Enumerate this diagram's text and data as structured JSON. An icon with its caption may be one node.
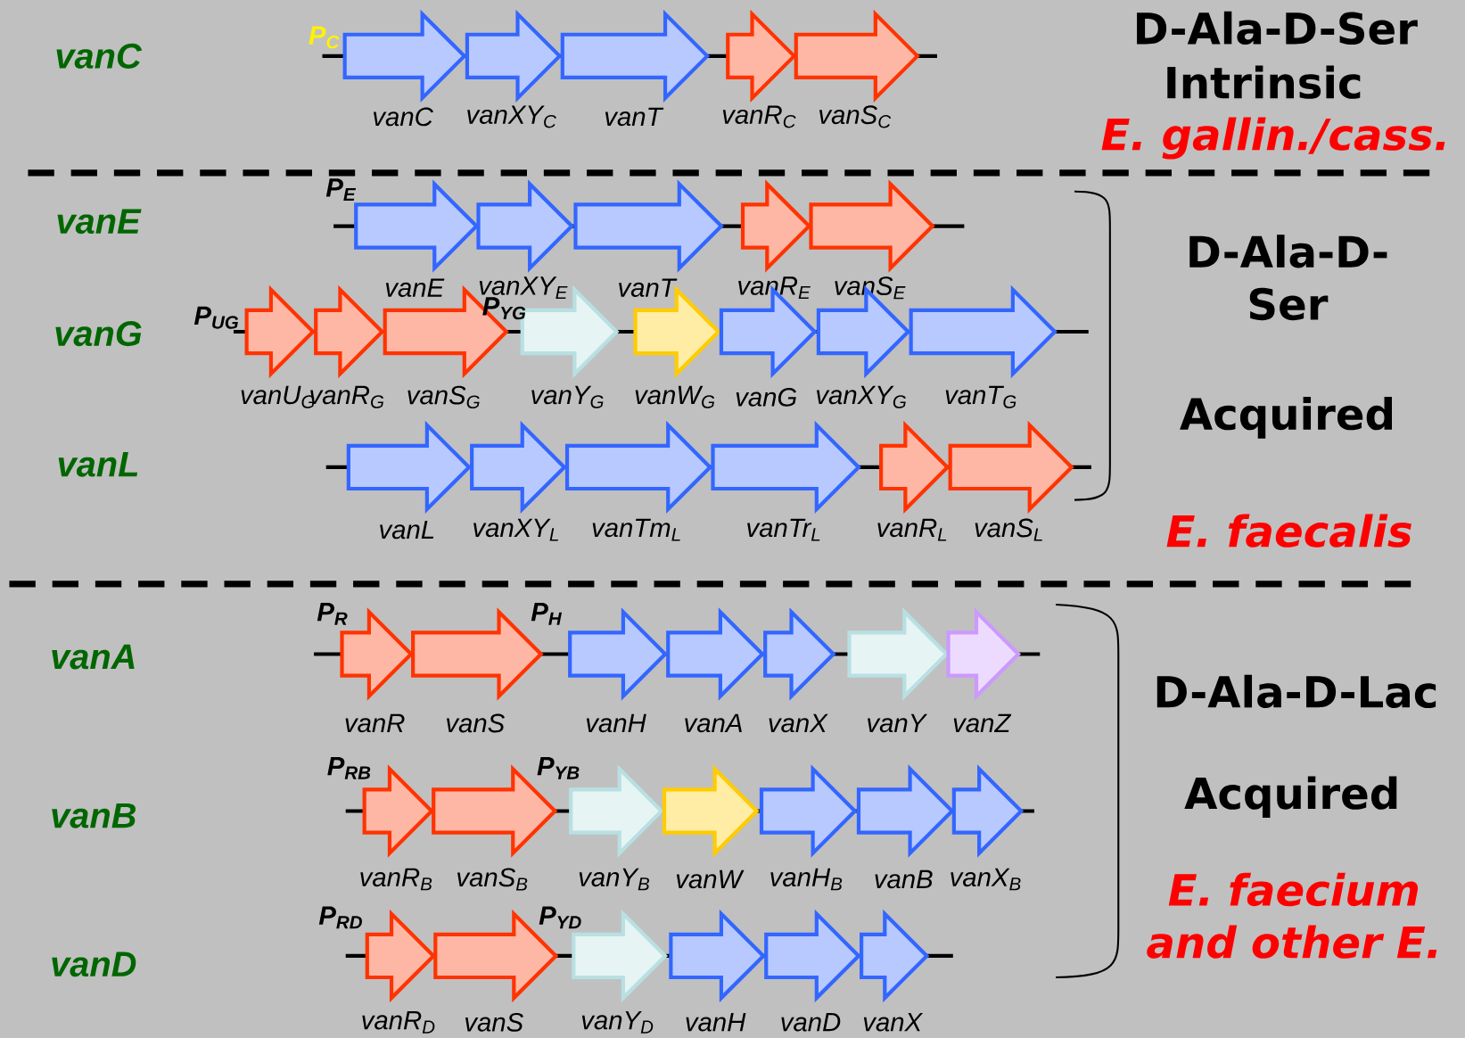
{
  "diagram": {
    "nodes": [
      {
        "text": [
          "vanC"
        ]
      },
      {
        "text": [
          "vanXY$_{C}$"
        ]
      },
      {
        "text": [
          "vanT"
        ]
      },
      {
        "text": [
          "vanR$_{C}$"
        ]
      },
      {
        "text": [
          "vanS$_{C}$"
        ]
      },
      {
        "text": [
          "vanE"
        ]
      },
      {
        "text": [
          "vanXY$_{E}$"
        ]
      },
      {
        "text": [
          "vanT"
        ]
      },
      {
        "text": [
          "vanR$_{E}$"
        ]
      },
      {
        "text": [
          "vanS$_{E}$"
        ]
      },
      {
        "text": [
          "vanU$_{G}$"
        ]
      },
      {
        "text": [
          "vanR$_{G}$"
        ]
      },
      {
        "text": [
          "vanS$_{G}$"
        ]
      },
      {
        "text": [
          "vanY$_{G}$"
        ]
      },
      {
        "text": [
          "vanW$_{G}$"
        ]
      },
      {
        "text": [
          "vanG"
        ]
      },
      {
        "text": [
          "vanXY$_{G}$"
        ]
      },
      {
        "text": [
          "vanT$_{G}$"
        ]
      },
      {
        "text": [
          "vanL"
        ]
      },
      {
        "text": [
          "vanXY$_{L}$"
        ]
      },
      {
        "text": [
          "vanTm$_{L}$"
        ]
      },
      {
        "text": [
          "vanTr$_{L}$"
        ]
      },
      {
        "text": [
          "vanR$_{L}$"
        ]
      },
      {
        "text": [
          "vanS$_{L}$"
        ]
      },
      {
        "text": [
          "vanR"
        ]
      },
      {
        "text": [
          "vanS"
        ]
      },
      {
        "text": [
          "vanH"
        ]
      },
      {
        "text": [
          "vanA"
        ]
      },
      {
        "text": [
          "vanX"
        ]
      },
      {
        "text": [
          "vanY"
        ]
      },
      {
        "text": [
          "vanZ"
        ]
      },
      {
        "text": [
          "vanR$_{B}$"
        ]
      },
      {
        "text": [
          "vanS$_{B}$"
        ]
      },
      {
        "text": [
          "vanY$_{B}$"
        ]
      },
      {
        "text": [
          "vanW"
        ]
      },
      {
        "text": [
          "vanH$_{B}$"
        ]
      },
      {
        "text": [
          "vanB"
        ]
      },
      {
        "text": [
          "vanX$_{B}$"
        ]
      },
      {
        "text": [
          "vanR$_{D}$"
        ]
      },
      {
        "text": [
          "vanS"
        ]
      },
      {
        "text": [
          "vanY$_{D}$"
        ]
      },
      {
        "text": [
          "vanH"
        ]
      },
      {
        "text": [
          "vanD"
        ]
      },
      {
        "text": [
          "vanX"
        ]
      }
    ],
    "labels": [
      "vanC",
      "P$_{C}$",
      "D-Ala-D-Ser",
      "Intrinsic",
      "E. gallin./cass.",
      "vanE",
      "P$_{E}$",
      "D-Ala-D- Ser",
      "vanG",
      "P$_{UG}$",
      "P$_{YG}$",
      "Acquired",
      "vanL",
      "E. faecalis",
      "vanA",
      "P$_{R}$",
      "P$_{H}$",
      "D-Ala-D-Lac",
      "vanB",
      "P$_{RB}$",
      "P$_{YB}$",
      "Acquired",
      "E. faecium and other E.",
      "vanD",
      "P$_{RD}$",
      "P$_{YD}$"
    ]
  }
}
